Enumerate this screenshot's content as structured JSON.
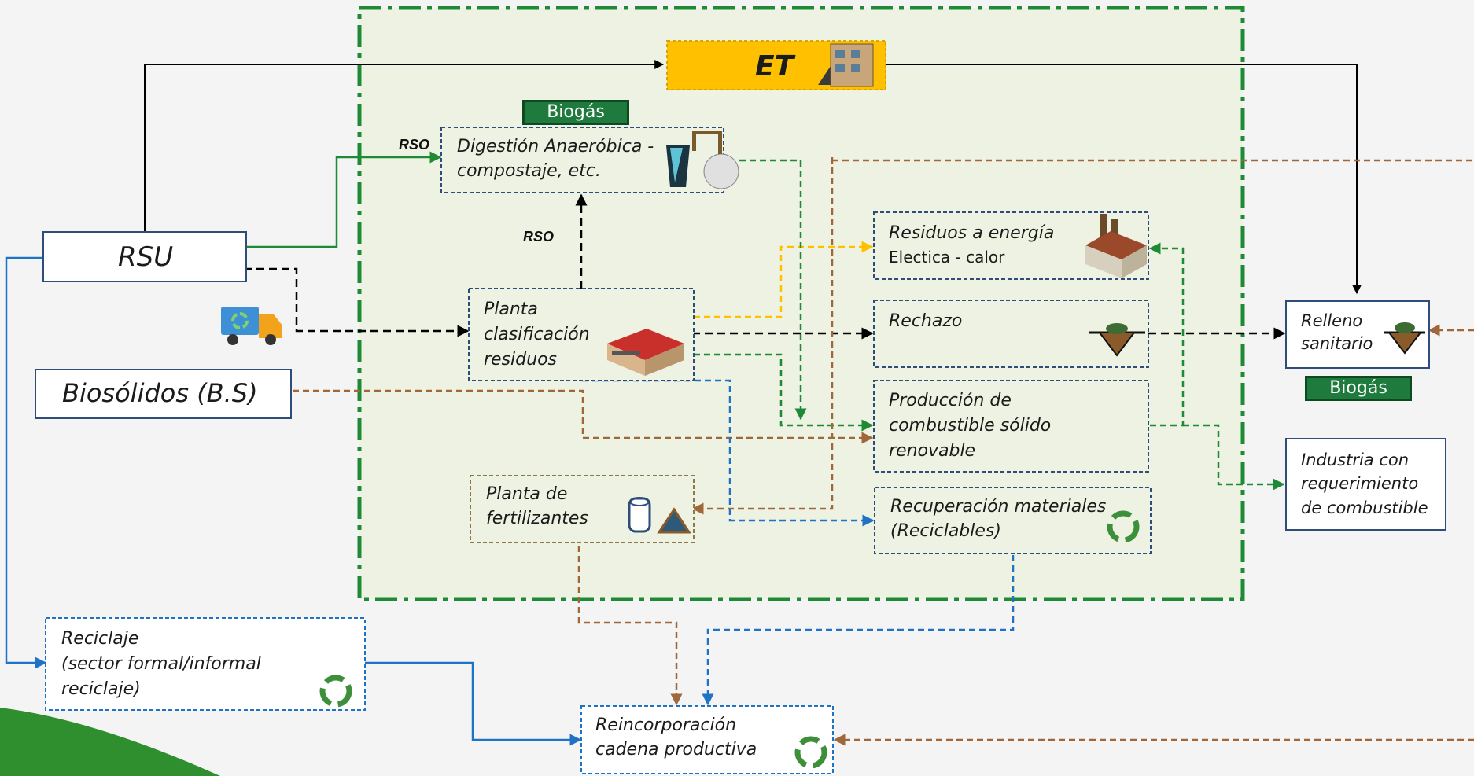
{
  "nodes": {
    "et": "ET",
    "rsu": "RSU",
    "biosolidos": "Biosólidos (B.S)",
    "digestion_line1": "Digestión Anaeróbica -",
    "digestion_line2": "compostaje, etc.",
    "planta_line1": "Planta",
    "planta_line2": "clasificación",
    "planta_line3": "residuos",
    "residuos_energia_line1": "Residuos a energía",
    "residuos_energia_line2": "Electica - calor",
    "rechazo": "Rechazo",
    "produccion_line1": "Producción de",
    "produccion_line2": "combustible sólido",
    "produccion_line3": "renovable",
    "fertilizantes_line1": "Planta de",
    "fertilizantes_line2": "fertilizantes",
    "recuperacion_line1": "Recuperación materiales",
    "recuperacion_line2": "(Reciclables)",
    "relleno_line1": "Relleno",
    "relleno_line2": "sanitario",
    "industria_line1": "Industria  con",
    "industria_line2": "requerimiento",
    "industria_line3": "de combustible",
    "reciclaje_line1": "Reciclaje",
    "reciclaje_line2": "(sector formal/informal",
    "reciclaje_line3": "reciclaje)",
    "reincorporacion_line1": "Reincorporación",
    "reincorporacion_line2": "cadena productiva"
  },
  "badges": {
    "biogas_top": "Biogás",
    "biogas_relleno": "Biogás"
  },
  "edge_labels": {
    "rso_top": "RSO",
    "rso_mid": "RSO"
  },
  "colors": {
    "panel_bg": "#eef2e2",
    "panel_border": "#1e8a35",
    "et_fill": "#ffc000",
    "box_border": "#2e4d7a",
    "fert_border": "#8d7a4a",
    "black_flow": "#000000",
    "green_flow": "#1e8a35",
    "brown_flow": "#a0673a",
    "blue_flow": "#1f73c4",
    "yellow_flow": "#ffc000",
    "badge_bg": "#1e7b3d"
  },
  "icons": [
    "building-icon",
    "digester-icon",
    "factory-icon",
    "landfill-icon",
    "recycle-icon",
    "truck-icon",
    "tank-icon",
    "pile-icon"
  ]
}
